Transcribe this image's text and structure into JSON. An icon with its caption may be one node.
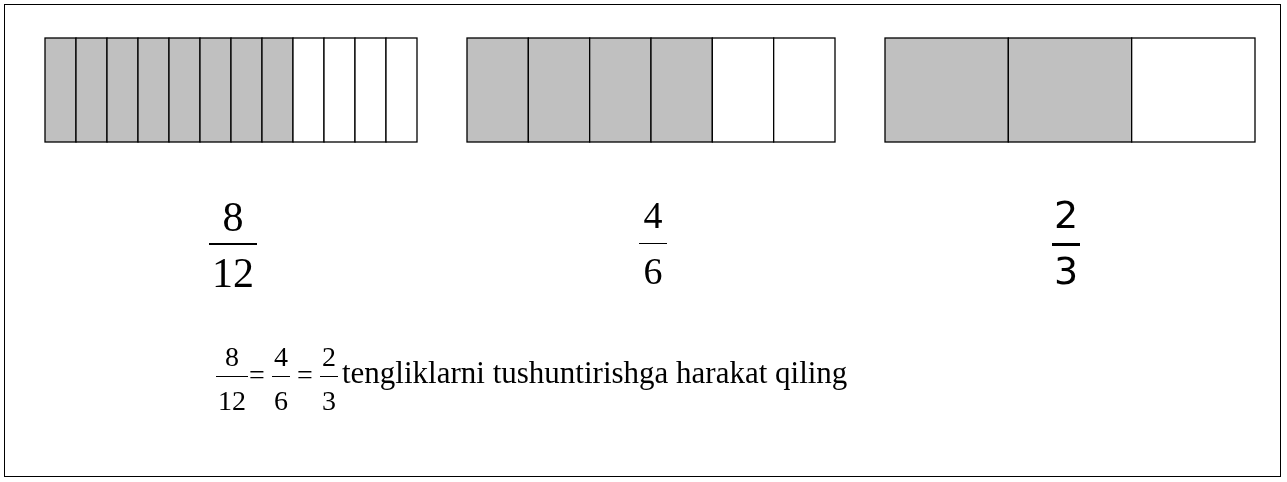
{
  "diagram": {
    "labels": [
      "8",
      "12",
      "4",
      "6",
      "2",
      "3",
      "8",
      "12",
      "=",
      "4",
      "6",
      "=",
      "2",
      "3",
      "tengliklarni tushuntirishga harakat qiling"
    ]
  }
}
